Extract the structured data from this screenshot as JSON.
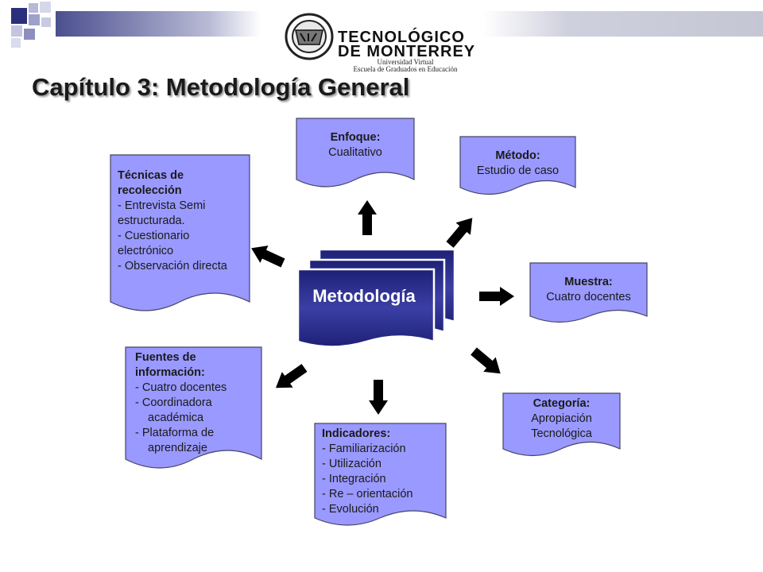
{
  "header": {
    "logo_line1": "TECNOLÓGICO",
    "logo_line2": "DE MONTERREY",
    "logo_sub1": "Universidad Virtual",
    "logo_sub2": "Escuela de Graduados en Educación"
  },
  "title": "Capítulo 3: Metodología General",
  "center": {
    "label": "Metodología"
  },
  "colors": {
    "box_fill": "#9999ff",
    "box_stroke": "#444466",
    "center_fill": "#2e3292",
    "arrow": "#000000",
    "header_bar": "#4b4f8e"
  },
  "nodes": {
    "enfoque": {
      "title": "Enfoque:",
      "lines": [
        "Cualitativo"
      ]
    },
    "metodo": {
      "title": "Método:",
      "lines": [
        "Estudio de caso"
      ]
    },
    "tecnicas": {
      "title": "Técnicas de recolección",
      "lines": [
        "- Entrevista Semi",
        "estructurada.",
        "- Cuestionario",
        "electrónico",
        "- Observación directa"
      ]
    },
    "muestra": {
      "title": "Muestra:",
      "lines": [
        "Cuatro docentes"
      ]
    },
    "fuentes": {
      "title": "Fuentes de información:",
      "lines": [
        "-  Cuatro docentes",
        "-  Coordinadora académica",
        "-  Plataforma de aprendizaje"
      ]
    },
    "indicadores": {
      "title": "Indicadores:",
      "lines": [
        "-  Familiarización",
        "-  Utilización",
        "-  Integración",
        "-  Re – orientación",
        "-  Evolución"
      ]
    },
    "categoria": {
      "title": "Categoría:",
      "lines": [
        "Apropiación",
        "Tecnológica"
      ]
    }
  }
}
